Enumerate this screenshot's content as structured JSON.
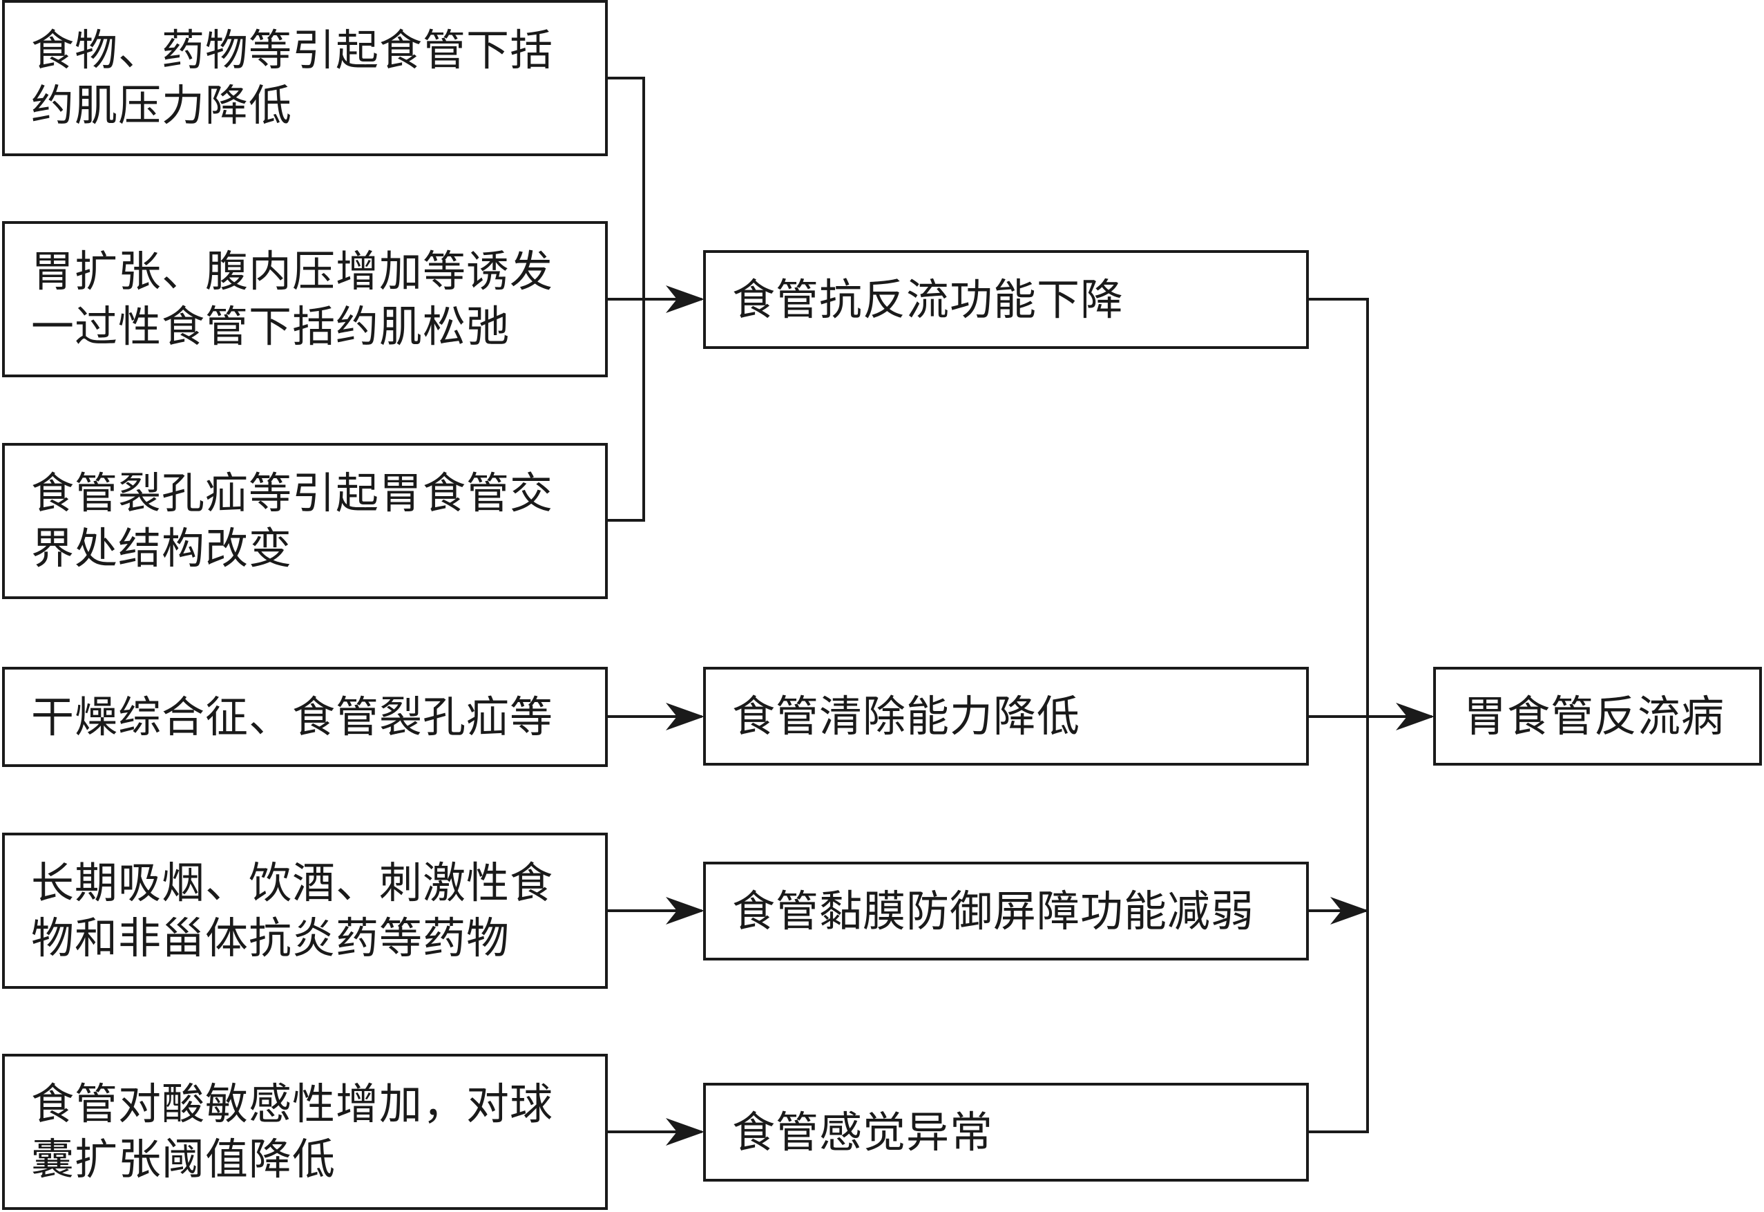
{
  "causes": [
    {
      "text": "食物、药物等引起食管下括约肌压力降低"
    },
    {
      "text": "胃扩张、腹内压增加等诱发一过性食管下括约肌松弛"
    },
    {
      "text": "食管裂孔疝等引起胃食管交界处结构改变"
    },
    {
      "text": "干燥综合征、食管裂孔疝等"
    },
    {
      "text": "长期吸烟、饮酒、刺激性食物和非甾体抗炎药等药物"
    },
    {
      "text": "食管对酸敏感性增加，对球囊扩张阈值降低"
    }
  ],
  "mechanisms": [
    {
      "text": "食管抗反流功能下降"
    },
    {
      "text": "食管清除能力降低"
    },
    {
      "text": "食管黏膜防御屏障功能减弱"
    },
    {
      "text": "食管感觉异常"
    }
  ],
  "result": {
    "text": "胃食管反流病"
  },
  "colors": {
    "line": "#1a1a1a",
    "background": "#ffffff"
  }
}
